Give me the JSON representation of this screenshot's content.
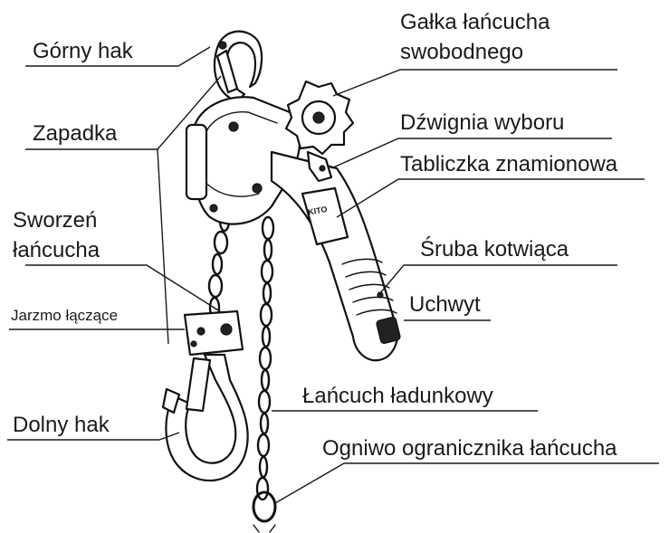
{
  "labels": {
    "top_hook": "Górny hak",
    "free_chain_knob_line1": "Gałka łańcucha",
    "free_chain_knob_line2": "swobodnego",
    "latch": "Zapadka",
    "selector_lever": "Dźwignia wyboru",
    "nameplate": "Tabliczka znamionowa",
    "chain_pin_line1": "Sworzeń",
    "chain_pin_line2": "łańcucha",
    "anchor_bolt": "Śruba kotwiąca",
    "connecting_yoke": "Jarzmo łączące",
    "handle": "Uchwyt",
    "load_chain": "Łańcuch ładunkowy",
    "bottom_hook": "Dolny hak",
    "chain_stopper_link": "Ogniwo ogranicznika łańcucha"
  },
  "nameplate_text": "KITO"
}
